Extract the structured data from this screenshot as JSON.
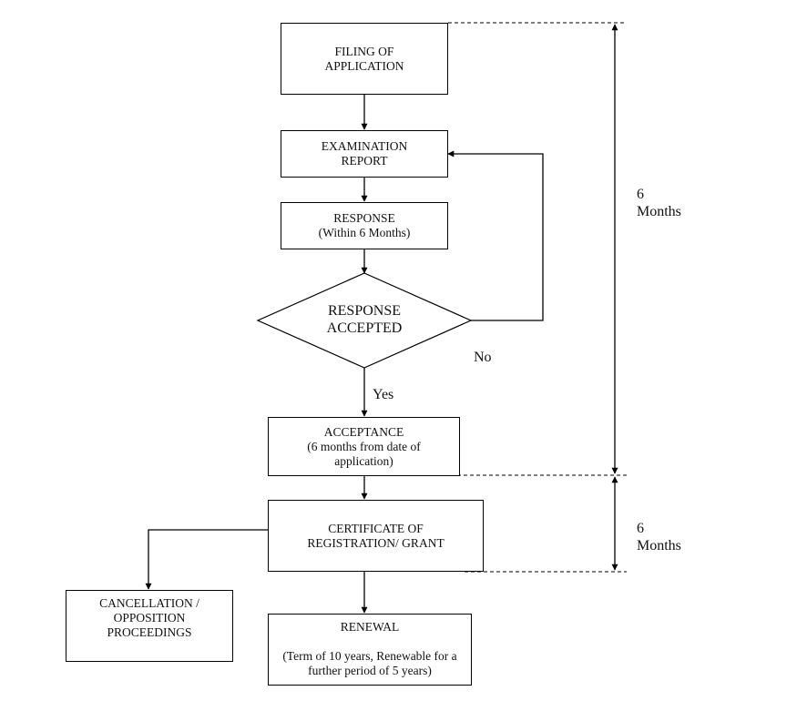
{
  "nodes": {
    "filing": [
      "FILING OF",
      "APPLICATION"
    ],
    "examination": [
      "EXAMINATION",
      "REPORT"
    ],
    "response": [
      "RESPONSE",
      "(Within 6 Months)"
    ],
    "decision": [
      "RESPONSE",
      "ACCEPTED"
    ],
    "acceptance": [
      "ACCEPTANCE",
      "(6 months from date of",
      "application)"
    ],
    "certificate": [
      "CERTIFICATE OF",
      "REGISTRATION/ GRANT"
    ],
    "cancellation": [
      "CANCELLATION /",
      "OPPOSITION",
      "PROCEEDINGS"
    ],
    "renewal": [
      "RENEWAL",
      "",
      "(Term of 10 years, Renewable for a",
      "further period of 5 years)"
    ]
  },
  "labels": {
    "no": "No",
    "yes": "Yes"
  },
  "durations": {
    "first": [
      "6",
      "Months"
    ],
    "second": [
      "6",
      "Months"
    ]
  }
}
